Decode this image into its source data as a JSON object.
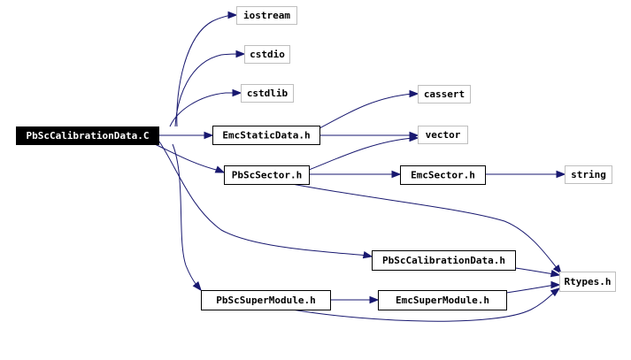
{
  "nodes": [
    {
      "id": "root",
      "label": "PbScCalibrationData.C",
      "kind": "root"
    },
    {
      "id": "iostream",
      "label": "iostream",
      "kind": "system"
    },
    {
      "id": "cstdio",
      "label": "cstdio",
      "kind": "system"
    },
    {
      "id": "cstdlib",
      "label": "cstdlib",
      "kind": "system"
    },
    {
      "id": "cassert",
      "label": "cassert",
      "kind": "system"
    },
    {
      "id": "vector",
      "label": "vector",
      "kind": "system"
    },
    {
      "id": "string",
      "label": "string",
      "kind": "system"
    },
    {
      "id": "emcstatic",
      "label": "EmcStaticData.h",
      "kind": "local"
    },
    {
      "id": "pbscsector",
      "label": "PbScSector.h",
      "kind": "local"
    },
    {
      "id": "emcsector",
      "label": "EmcSector.h",
      "kind": "local"
    },
    {
      "id": "pbsccalib",
      "label": "PbScCalibrationData.h",
      "kind": "local"
    },
    {
      "id": "pbscsuper",
      "label": "PbScSuperModule.h",
      "kind": "local"
    },
    {
      "id": "emcsuper",
      "label": "EmcSuperModule.h",
      "kind": "local"
    },
    {
      "id": "rtypes",
      "label": "Rtypes.h",
      "kind": "system"
    }
  ],
  "edges": [
    {
      "from": "root",
      "to": "iostream"
    },
    {
      "from": "root",
      "to": "cstdio"
    },
    {
      "from": "root",
      "to": "cstdlib"
    },
    {
      "from": "root",
      "to": "emcstatic"
    },
    {
      "from": "root",
      "to": "vector"
    },
    {
      "from": "root",
      "to": "pbscsector"
    },
    {
      "from": "root",
      "to": "pbsccalib"
    },
    {
      "from": "root",
      "to": "pbscsuper"
    },
    {
      "from": "emcstatic",
      "to": "cassert"
    },
    {
      "from": "emcstatic",
      "to": "vector"
    },
    {
      "from": "pbscsector",
      "to": "vector"
    },
    {
      "from": "pbscsector",
      "to": "emcsector"
    },
    {
      "from": "pbscsector",
      "to": "rtypes"
    },
    {
      "from": "emcsector",
      "to": "string"
    },
    {
      "from": "pbsccalib",
      "to": "rtypes"
    },
    {
      "from": "pbscsuper",
      "to": "emcsuper"
    },
    {
      "from": "pbscsuper",
      "to": "rtypes"
    },
    {
      "from": "emcsuper",
      "to": "rtypes"
    }
  ]
}
